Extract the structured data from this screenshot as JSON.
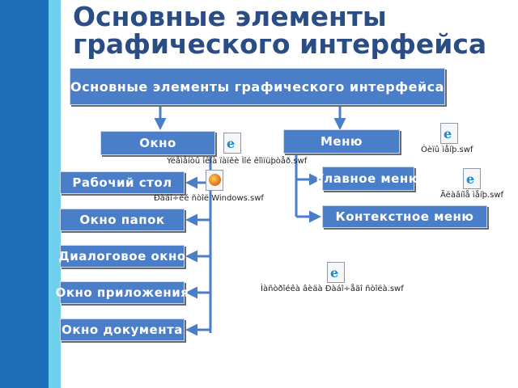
{
  "slide": {
    "title": "Основные элементы графического интерфейса",
    "main_box": "Основные элементы графического интерфейса"
  },
  "left": {
    "window": "Окно",
    "items": [
      "Рабочий стол",
      "Окно папок",
      "Диалоговое окно",
      "Окно приложения",
      "Окно документа"
    ]
  },
  "right": {
    "menu": "Меню",
    "items": [
      "Главное меню",
      "Контекстное меню"
    ]
  },
  "files": {
    "window_elements": "Ýëåìåíòû îêíà ïàïêè Ìîé êîìïüþòåð.swf",
    "desktop": "Ðàáî÷èé ñòîë Windows.swf",
    "menu": "Òèïû ìåíþ.swf",
    "main_menu": "Ãëàâíîå ìåíþ.swf",
    "dialog": "Ìàñòðîéêà âèäà Ðàáî÷åãî ñòîëà.swf"
  },
  "colors": {
    "accent": "#4a7ec9",
    "title": "#2a4d85",
    "sidebar_dark": "#1e6fb8",
    "sidebar_light": "#6fd0ee"
  }
}
